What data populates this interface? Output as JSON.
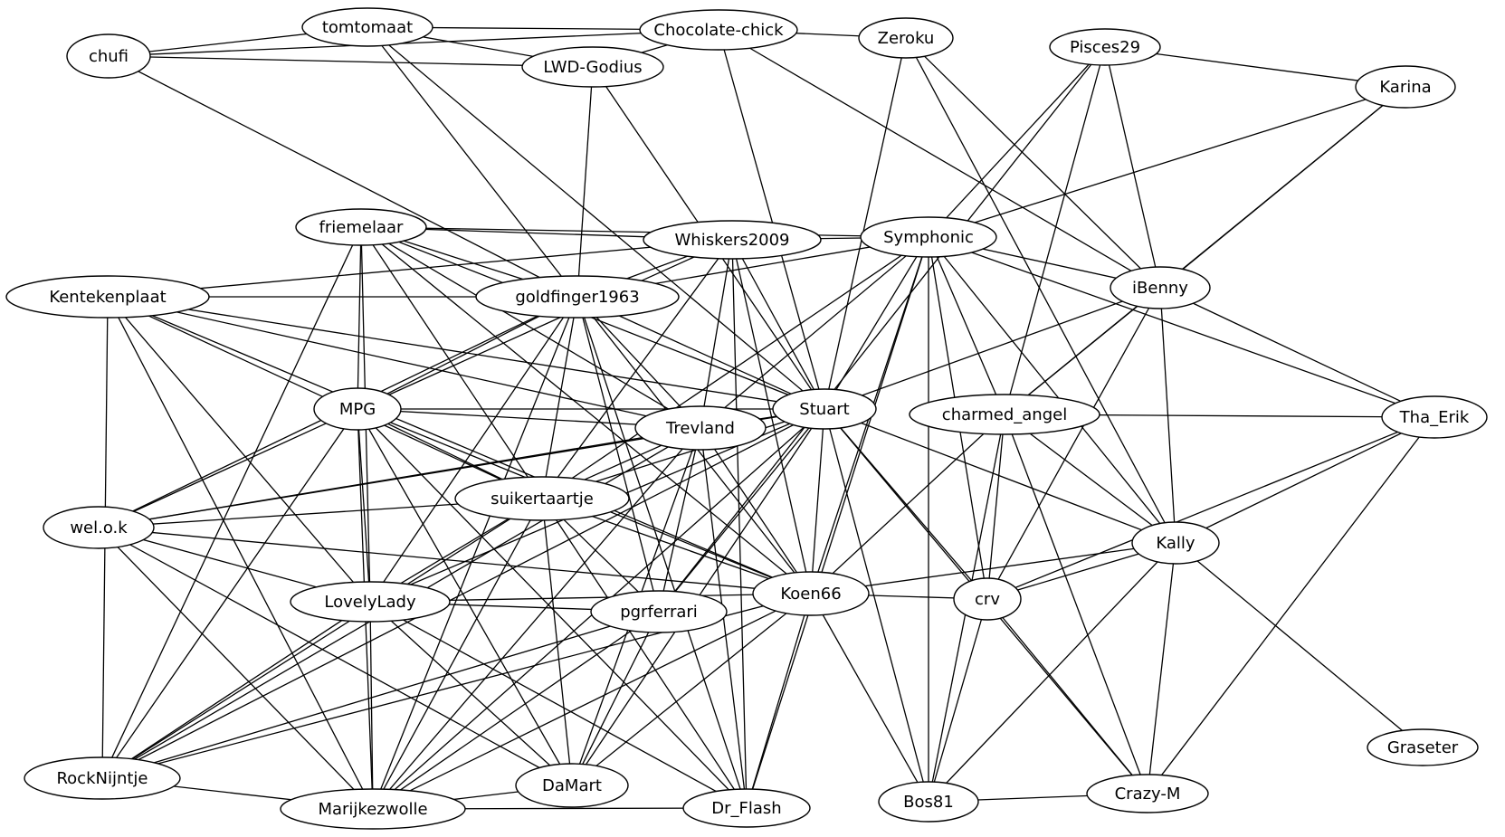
{
  "nodes": [
    {
      "id": "tomtomaat",
      "label": "tomtomaat"
    },
    {
      "id": "chocolate-chick",
      "label": "Chocolate-chick"
    },
    {
      "id": "zeroku",
      "label": "Zeroku"
    },
    {
      "id": "pisces29",
      "label": "Pisces29"
    },
    {
      "id": "chufi",
      "label": "chufi"
    },
    {
      "id": "lwd-godius",
      "label": "LWD-Godius"
    },
    {
      "id": "karina",
      "label": "Karina"
    },
    {
      "id": "friemelaar",
      "label": "friemelaar"
    },
    {
      "id": "whiskers2009",
      "label": "Whiskers2009"
    },
    {
      "id": "symphonic",
      "label": "Symphonic"
    },
    {
      "id": "ibenny",
      "label": "iBenny"
    },
    {
      "id": "kentekenplaat",
      "label": "Kentekenplaat"
    },
    {
      "id": "goldfinger1963",
      "label": "goldfinger1963"
    },
    {
      "id": "mpg",
      "label": "MPG"
    },
    {
      "id": "stuart",
      "label": "Stuart"
    },
    {
      "id": "trevland",
      "label": "Trevland"
    },
    {
      "id": "charmed_angel",
      "label": "charmed_angel"
    },
    {
      "id": "tha_erik",
      "label": "Tha_Erik"
    },
    {
      "id": "suikertaartje",
      "label": "suikertaartje"
    },
    {
      "id": "wel.o.k",
      "label": "wel.o.k"
    },
    {
      "id": "kally",
      "label": "Kally"
    },
    {
      "id": "lovelylady",
      "label": "LovelyLady"
    },
    {
      "id": "koen66",
      "label": "Koen66"
    },
    {
      "id": "crv",
      "label": "crv"
    },
    {
      "id": "pgrferrari",
      "label": "pgrferrari"
    },
    {
      "id": "graseter",
      "label": "Graseter"
    },
    {
      "id": "rocknijntje",
      "label": "RockNijntje"
    },
    {
      "id": "damart",
      "label": "DaMart"
    },
    {
      "id": "crazy-m",
      "label": "Crazy-M"
    },
    {
      "id": "bos81",
      "label": "Bos81"
    },
    {
      "id": "marijkezwolle",
      "label": "Marijkezwolle"
    },
    {
      "id": "dr_flash",
      "label": "Dr_Flash"
    }
  ],
  "edges": [
    [
      "chufi",
      "tomtomaat"
    ],
    [
      "chufi",
      "chocolate-chick"
    ],
    [
      "chufi",
      "lwd-godius"
    ],
    [
      "chufi",
      "goldfinger1963"
    ],
    [
      "tomtomaat",
      "chocolate-chick"
    ],
    [
      "tomtomaat",
      "lwd-godius"
    ],
    [
      "tomtomaat",
      "goldfinger1963"
    ],
    [
      "tomtomaat",
      "stuart"
    ],
    [
      "chocolate-chick",
      "lwd-godius"
    ],
    [
      "chocolate-chick",
      "zeroku"
    ],
    [
      "chocolate-chick",
      "stuart"
    ],
    [
      "chocolate-chick",
      "ibenny"
    ],
    [
      "lwd-godius",
      "goldfinger1963"
    ],
    [
      "lwd-godius",
      "stuart"
    ],
    [
      "zeroku",
      "stuart"
    ],
    [
      "zeroku",
      "ibenny"
    ],
    [
      "zeroku",
      "kally"
    ],
    [
      "pisces29",
      "karina"
    ],
    [
      "pisces29",
      "symphonic"
    ],
    [
      "pisces29",
      "charmed_angel"
    ],
    [
      "pisces29",
      "ibenny"
    ],
    [
      "pisces29",
      "pgrferrari"
    ],
    [
      "karina",
      "symphonic"
    ],
    [
      "karina",
      "ibenny"
    ],
    [
      "karina",
      "charmed_angel"
    ],
    [
      "friemelaar",
      "whiskers2009"
    ],
    [
      "friemelaar",
      "symphonic"
    ],
    [
      "friemelaar",
      "goldfinger1963"
    ],
    [
      "friemelaar",
      "mpg"
    ],
    [
      "friemelaar",
      "lovelylady"
    ],
    [
      "friemelaar",
      "trevland"
    ],
    [
      "friemelaar",
      "suikertaartje"
    ],
    [
      "friemelaar",
      "koen66"
    ],
    [
      "friemelaar",
      "rocknijntje"
    ],
    [
      "friemelaar",
      "stuart"
    ],
    [
      "kentekenplaat",
      "whiskers2009"
    ],
    [
      "kentekenplaat",
      "goldfinger1963"
    ],
    [
      "kentekenplaat",
      "stuart"
    ],
    [
      "kentekenplaat",
      "trevland"
    ],
    [
      "kentekenplaat",
      "suikertaartje"
    ],
    [
      "kentekenplaat",
      "koen66"
    ],
    [
      "kentekenplaat",
      "lovelylady"
    ],
    [
      "kentekenplaat",
      "rocknijntje"
    ],
    [
      "kentekenplaat",
      "marijkezwolle"
    ],
    [
      "whiskers2009",
      "goldfinger1963"
    ],
    [
      "whiskers2009",
      "symphonic"
    ],
    [
      "whiskers2009",
      "stuart"
    ],
    [
      "whiskers2009",
      "koen66"
    ],
    [
      "whiskers2009",
      "trevland"
    ],
    [
      "whiskers2009",
      "suikertaartje"
    ],
    [
      "whiskers2009",
      "dr_flash"
    ],
    [
      "whiskers2009",
      "mpg"
    ],
    [
      "symphonic",
      "goldfinger1963"
    ],
    [
      "symphonic",
      "ibenny"
    ],
    [
      "symphonic",
      "stuart"
    ],
    [
      "symphonic",
      "charmed_angel"
    ],
    [
      "symphonic",
      "koen66"
    ],
    [
      "symphonic",
      "kally"
    ],
    [
      "symphonic",
      "tha_erik"
    ],
    [
      "symphonic",
      "suikertaartje"
    ],
    [
      "symphonic",
      "trevland"
    ],
    [
      "symphonic",
      "bos81"
    ],
    [
      "symphonic",
      "dr_flash"
    ],
    [
      "symphonic",
      "crv"
    ],
    [
      "ibenny",
      "charmed_angel"
    ],
    [
      "ibenny",
      "stuart"
    ],
    [
      "ibenny",
      "kally"
    ],
    [
      "ibenny",
      "crv"
    ],
    [
      "ibenny",
      "tha_erik"
    ],
    [
      "goldfinger1963",
      "mpg"
    ],
    [
      "goldfinger1963",
      "trevland"
    ],
    [
      "goldfinger1963",
      "stuart"
    ],
    [
      "goldfinger1963",
      "suikertaartje"
    ],
    [
      "goldfinger1963",
      "lovelylady"
    ],
    [
      "goldfinger1963",
      "koen66"
    ],
    [
      "goldfinger1963",
      "pgrferrari"
    ],
    [
      "goldfinger1963",
      "dr_flash"
    ],
    [
      "goldfinger1963",
      "marijkezwolle"
    ],
    [
      "goldfinger1963",
      "wel.o.k"
    ],
    [
      "mpg",
      "stuart"
    ],
    [
      "mpg",
      "trevland"
    ],
    [
      "mpg",
      "suikertaartje"
    ],
    [
      "mpg",
      "wel.o.k"
    ],
    [
      "mpg",
      "lovelylady"
    ],
    [
      "mpg",
      "koen66"
    ],
    [
      "mpg",
      "damart"
    ],
    [
      "mpg",
      "marijkezwolle"
    ],
    [
      "mpg",
      "rocknijntje"
    ],
    [
      "mpg",
      "dr_flash"
    ],
    [
      "stuart",
      "trevland"
    ],
    [
      "stuart",
      "suikertaartje"
    ],
    [
      "stuart",
      "wel.o.k"
    ],
    [
      "stuart",
      "lovelylady"
    ],
    [
      "stuart",
      "koen66"
    ],
    [
      "stuart",
      "crv"
    ],
    [
      "stuart",
      "kally"
    ],
    [
      "stuart",
      "pgrferrari"
    ],
    [
      "stuart",
      "rocknijntje"
    ],
    [
      "stuart",
      "bos81"
    ],
    [
      "stuart",
      "crazy-m"
    ],
    [
      "stuart",
      "damart"
    ],
    [
      "stuart",
      "marijkezwolle"
    ],
    [
      "trevland",
      "suikertaartje"
    ],
    [
      "trevland",
      "wel.o.k"
    ],
    [
      "trevland",
      "koen66"
    ],
    [
      "trevland",
      "pgrferrari"
    ],
    [
      "trevland",
      "damart"
    ],
    [
      "trevland",
      "dr_flash"
    ],
    [
      "trevland",
      "marijkezwolle"
    ],
    [
      "trevland",
      "rocknijntje"
    ],
    [
      "charmed_angel",
      "tha_erik"
    ],
    [
      "charmed_angel",
      "koen66"
    ],
    [
      "charmed_angel",
      "crv"
    ],
    [
      "charmed_angel",
      "kally"
    ],
    [
      "charmed_angel",
      "bos81"
    ],
    [
      "charmed_angel",
      "crazy-m"
    ],
    [
      "tha_erik",
      "kally"
    ],
    [
      "tha_erik",
      "crv"
    ],
    [
      "tha_erik",
      "crazy-m"
    ],
    [
      "suikertaartje",
      "wel.o.k"
    ],
    [
      "suikertaartje",
      "lovelylady"
    ],
    [
      "suikertaartje",
      "koen66"
    ],
    [
      "suikertaartje",
      "pgrferrari"
    ],
    [
      "suikertaartje",
      "damart"
    ],
    [
      "suikertaartje",
      "marijkezwolle"
    ],
    [
      "suikertaartje",
      "dr_flash"
    ],
    [
      "suikertaartje",
      "rocknijntje"
    ],
    [
      "wel.o.k",
      "lovelylady"
    ],
    [
      "wel.o.k",
      "koen66"
    ],
    [
      "wel.o.k",
      "damart"
    ],
    [
      "wel.o.k",
      "marijkezwolle"
    ],
    [
      "kally",
      "koen66"
    ],
    [
      "kally",
      "crv"
    ],
    [
      "kally",
      "graseter"
    ],
    [
      "kally",
      "bos81"
    ],
    [
      "kally",
      "crazy-m"
    ],
    [
      "lovelylady",
      "pgrferrari"
    ],
    [
      "lovelylady",
      "koen66"
    ],
    [
      "lovelylady",
      "damart"
    ],
    [
      "lovelylady",
      "marijkezwolle"
    ],
    [
      "lovelylady",
      "rocknijntje"
    ],
    [
      "lovelylady",
      "dr_flash"
    ],
    [
      "koen66",
      "crv"
    ],
    [
      "koen66",
      "bos81"
    ],
    [
      "koen66",
      "dr_flash"
    ],
    [
      "koen66",
      "damart"
    ],
    [
      "koen66",
      "marijkezwolle"
    ],
    [
      "koen66",
      "rocknijntje"
    ],
    [
      "crv",
      "bos81"
    ],
    [
      "crv",
      "crazy-m"
    ],
    [
      "pgrferrari",
      "damart"
    ],
    [
      "pgrferrari",
      "marijkezwolle"
    ],
    [
      "pgrferrari",
      "rocknijntje"
    ],
    [
      "rocknijntje",
      "marijkezwolle"
    ],
    [
      "damart",
      "marijkezwolle"
    ],
    [
      "marijkezwolle",
      "dr_flash"
    ],
    [
      "bos81",
      "crazy-m"
    ]
  ]
}
